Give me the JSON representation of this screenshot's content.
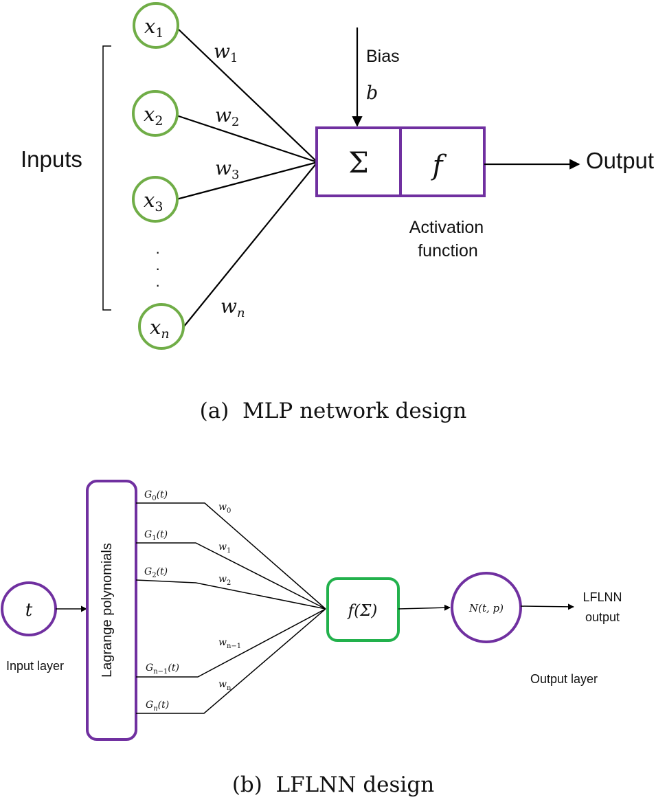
{
  "panel_a": {
    "caption": "(a)  MLP network design",
    "inputs_label": "Inputs",
    "inputs": [
      {
        "base": "x",
        "sub": "1"
      },
      {
        "base": "x",
        "sub": "2"
      },
      {
        "base": "x",
        "sub": "3"
      },
      {
        "base": "x",
        "sub": "n"
      }
    ],
    "weights": [
      {
        "base": "w",
        "sub": "1"
      },
      {
        "base": "w",
        "sub": "2"
      },
      {
        "base": "w",
        "sub": "3"
      },
      {
        "base": "w",
        "sub": "n"
      }
    ],
    "ellipsis": "·",
    "bias_label": "Bias",
    "bias_symbol": "b",
    "sum_symbol": "Σ",
    "activation_symbol": "f",
    "activation_label_line1": "Activation",
    "activation_label_line2": "function",
    "output_label": "Output"
  },
  "panel_b": {
    "caption": "(b)  LFLNN design",
    "input_symbol": "t",
    "input_layer_label": "Input layer",
    "lagrange_label": "Lagrange polynomials",
    "polynomials": [
      {
        "base": "G",
        "sub": "0",
        "arg": "(t)"
      },
      {
        "base": "G",
        "sub": "1",
        "arg": "(t)"
      },
      {
        "base": "G",
        "sub": "2",
        "arg": "(t)"
      },
      {
        "base": "G",
        "sub": "n−1",
        "arg": "(t)"
      },
      {
        "base": "G",
        "sub": "n",
        "arg": "(t)"
      }
    ],
    "weights": [
      {
        "base": "w",
        "sub": "0"
      },
      {
        "base": "w",
        "sub": "1"
      },
      {
        "base": "w",
        "sub": "2"
      },
      {
        "base": "w",
        "sub": "n−1"
      },
      {
        "base": "w",
        "sub": "n"
      }
    ],
    "sum_node": "f(Σ)",
    "output_node": "N(t, p)",
    "output_label_line1": "LFLNN",
    "output_label_line2": "output",
    "output_layer_label": "Output layer"
  }
}
